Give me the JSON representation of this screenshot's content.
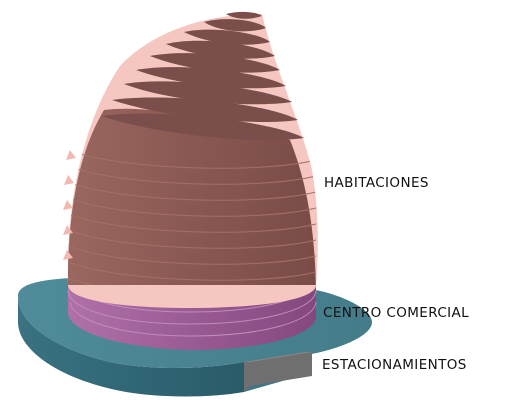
{
  "labels": {
    "habitaciones": "HABITACIONES",
    "centro_comercial": "CENTRO COMERCIAL",
    "estacionamientos": "ESTACIONAMIENTOS"
  },
  "colors": {
    "tower_body": "#8c5a54",
    "tower_floor_line": "#a47068",
    "tower_glass": "#f6c6c0",
    "tower_slab_dark": "#6e4a48",
    "mall": "#9c5c94",
    "mall_line": "#b47aae",
    "podium_top": "#49818f",
    "podium_side": "#336571",
    "parking": "#6f6f6f"
  }
}
